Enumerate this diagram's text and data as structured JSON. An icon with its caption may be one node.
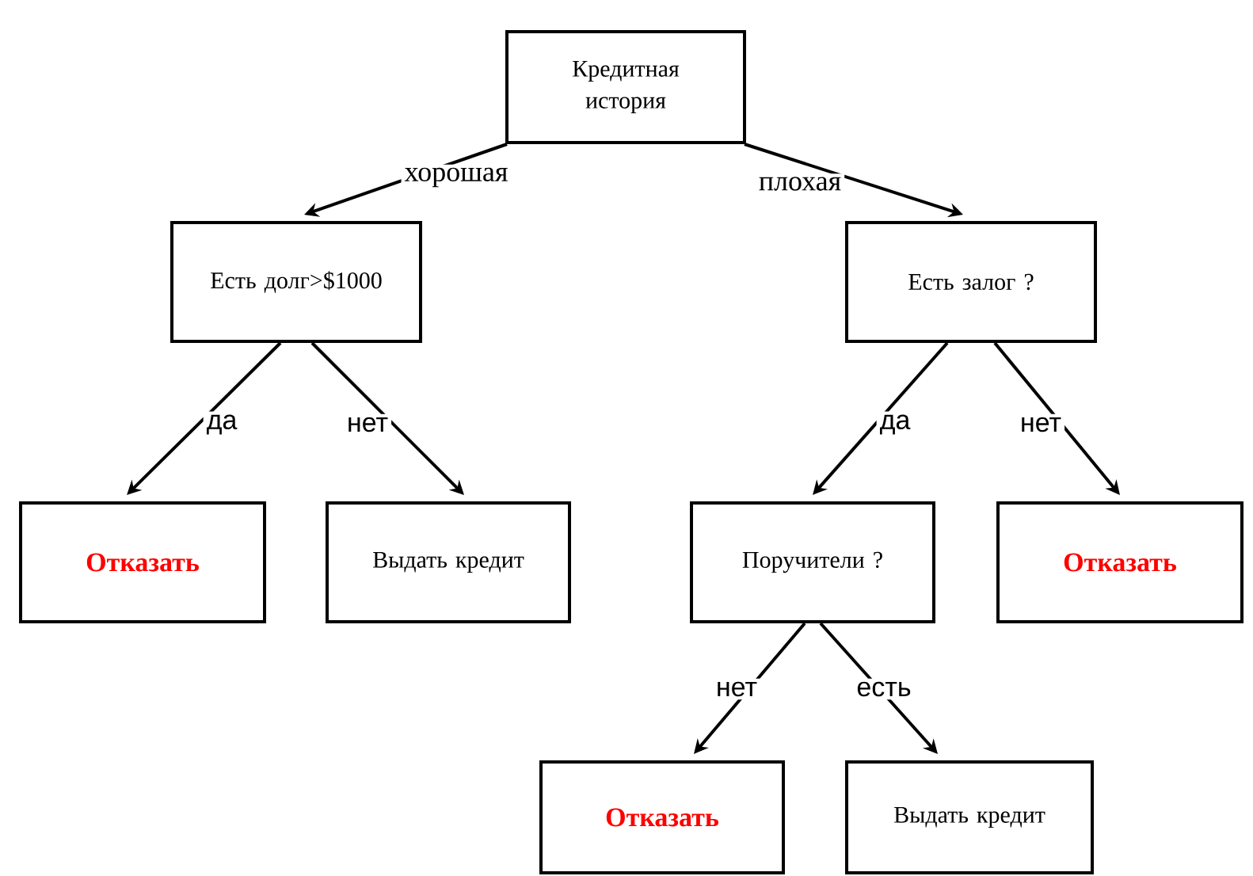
{
  "diagram": {
    "nodes": [
      {
        "text": [
          "Кредитная история"
        ]
      },
      {
        "text": [
          "Есть долг>$1000"
        ]
      },
      {
        "text": [
          "Есть залог ?"
        ]
      },
      {
        "text": [
          "Отказать"
        ]
      },
      {
        "text": [
          "Выдать кредит"
        ]
      },
      {
        "text": [
          "Поручители ?"
        ]
      },
      {
        "text": [
          "Отказать"
        ]
      },
      {
        "text": [
          "Отказать"
        ]
      },
      {
        "text": [
          "Выдать кредит"
        ]
      }
    ],
    "edges": [
      {
        "from": 0,
        "to": 1,
        "arrow": "to",
        "label": "хорошая"
      },
      {
        "from": 0,
        "to": 2,
        "arrow": "to",
        "label": "плохая"
      },
      {
        "from": 1,
        "to": 3,
        "arrow": "to",
        "label": "да"
      },
      {
        "from": 1,
        "to": 4,
        "arrow": "to",
        "label": "нет"
      },
      {
        "from": 2,
        "to": 5,
        "arrow": "to",
        "label": "да"
      },
      {
        "from": 2,
        "to": 6,
        "arrow": "to",
        "label": "нет"
      },
      {
        "from": 5,
        "to": 7,
        "arrow": "to",
        "label": "нет"
      },
      {
        "from": 5,
        "to": 8,
        "arrow": "to",
        "label": "есть"
      }
    ]
  }
}
